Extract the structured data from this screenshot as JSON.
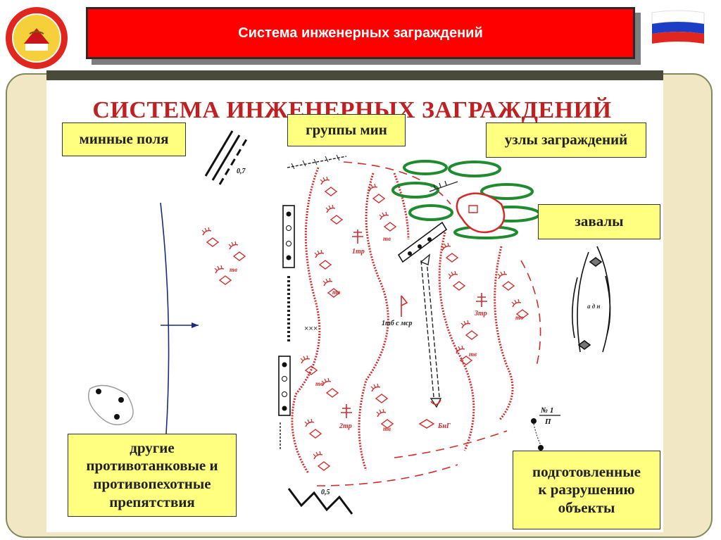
{
  "header": {
    "title": "Система инженерных заграждений"
  },
  "diagram": {
    "heading": "СИСТЕМА ИНЖЕНЕРНЫХ ЗАГРАЖДЕНИЙ",
    "labels": {
      "mine_fields": "минные поля",
      "mine_groups": "группы мин",
      "barrier_nodes": "узлы заграждений",
      "blockages": "завалы",
      "other_obstacles": [
        "другие",
        "противотанковые и",
        "противопехотные",
        "препятствия"
      ],
      "prepared_objects": [
        "подготовленные",
        "к разрушению",
        "объекты"
      ]
    },
    "map_labels": {
      "density_top": "0,7",
      "density_bottom": "0,5",
      "tv": "тв",
      "tr1": "1тр",
      "tr2": "2тр",
      "tr3": "3тр",
      "tb_msr": "1тб с мср",
      "bng": "БнГ",
      "adn": "а д н",
      "obj_num": "№ 1",
      "obj_p": "П"
    },
    "colors": {
      "mine_red": "#d42a2a",
      "tree_green": "#1f8a2e",
      "label_yellow": "#ffff80",
      "title_red": "#ff0000",
      "heading_red": "#c0201f"
    }
  }
}
